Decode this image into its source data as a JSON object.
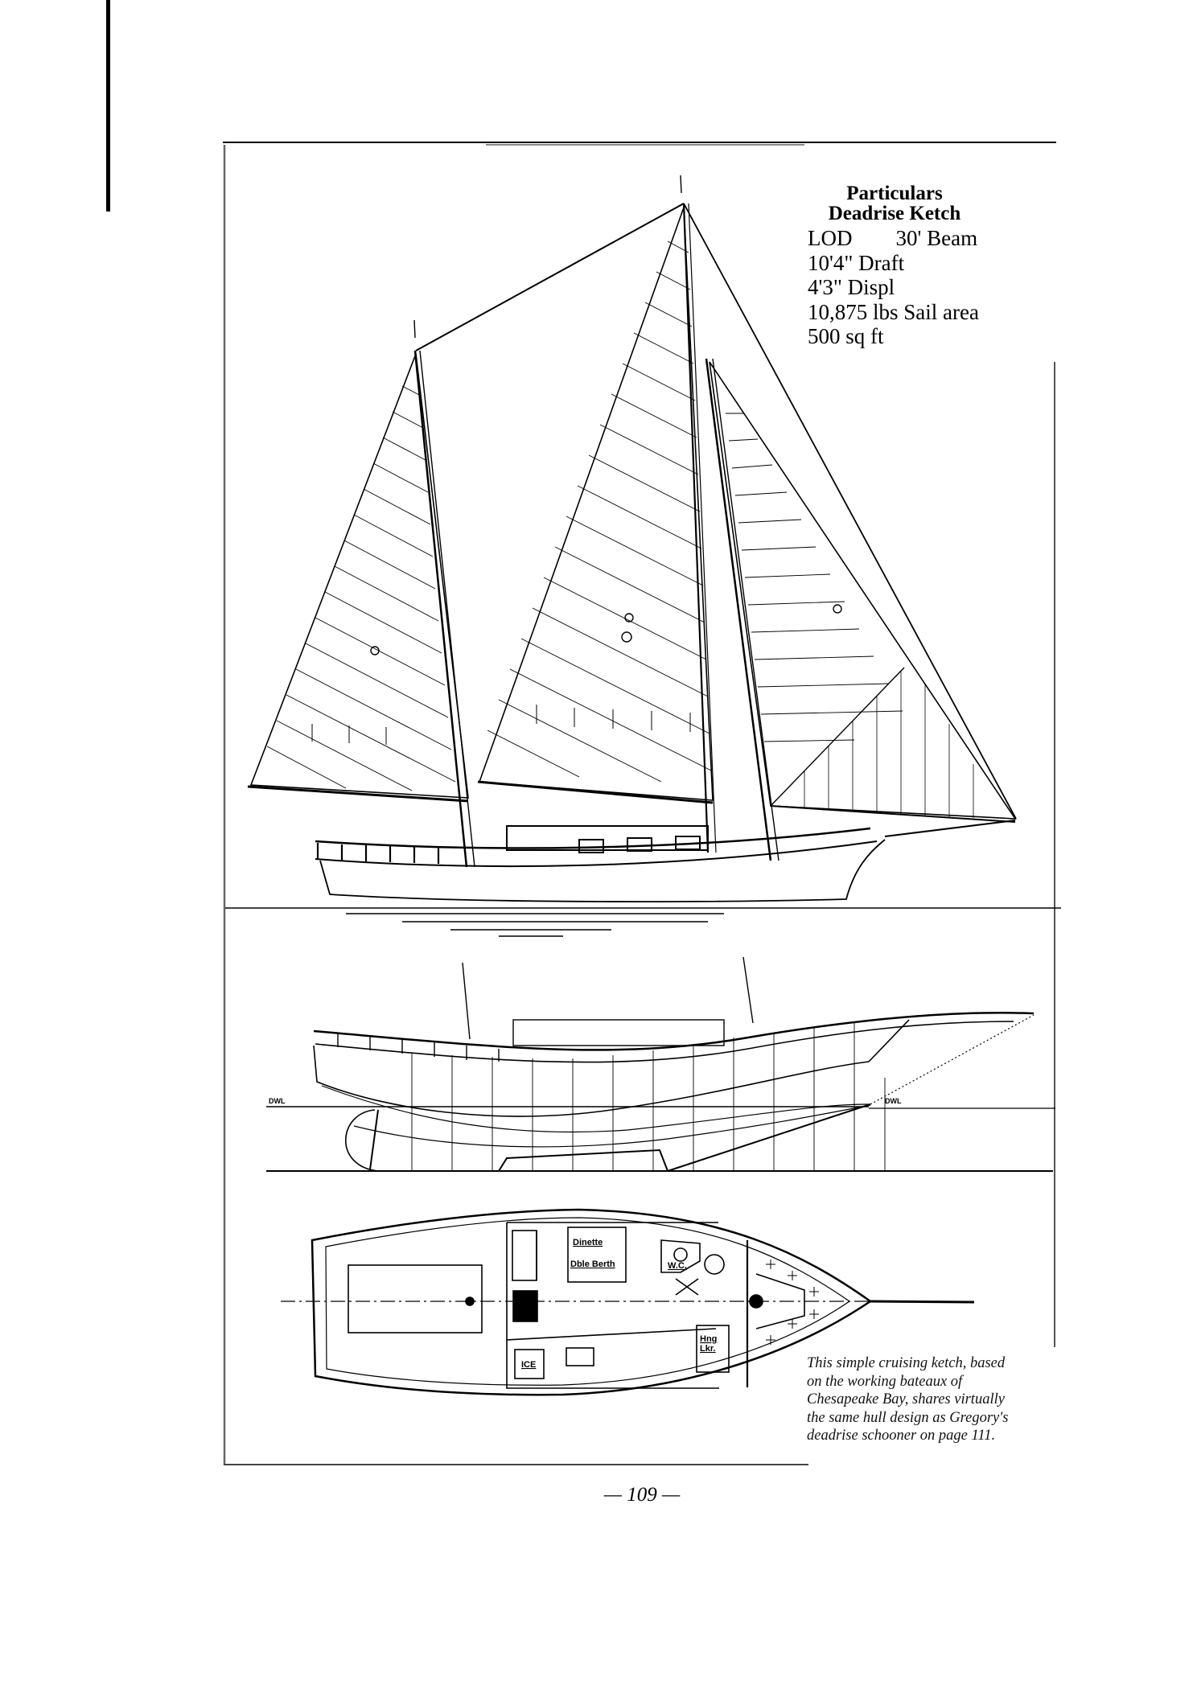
{
  "particulars": {
    "heading": "Particulars",
    "boat_name": "Deadrise Ketch",
    "lines": [
      "LOD        30' Beam",
      "10'4\" Draft",
      "4'3\" Displ",
      "10,875 lbs Sail area",
      "500 sq ft"
    ]
  },
  "caption": {
    "lines": [
      "This simple cruising ketch, based",
      "on the working bateaux of",
      "Chesapeake Bay, shares virtually",
      "the same hull design as Gregory's",
      "deadrise schooner on page 111."
    ]
  },
  "page_number": "— 109 —",
  "drawing": {
    "sail_plan": {
      "view": "sail plan"
    },
    "profile": {
      "dwl_label_left": "DWL",
      "dwl_label_right": "DWL"
    },
    "accommodation_plan": {
      "labels": {
        "dinette": "Dinette",
        "double_berth": "Dble Berth",
        "wc": "W.C.",
        "ice": "ICE",
        "hanging_locker_line1": "Hng",
        "hanging_locker_line2": "Lkr."
      }
    }
  },
  "colors": {
    "ink": "#000000",
    "frame_gray": "#777777",
    "paper": "#ffffff"
  }
}
